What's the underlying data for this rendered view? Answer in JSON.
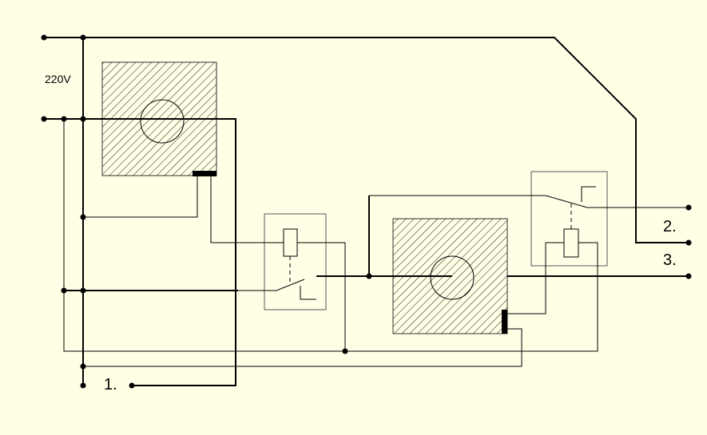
{
  "colors": {
    "background": "#FFFFE6",
    "line": "#000000",
    "hatch_fill": "#FFFFE6",
    "box_stroke": "#555555"
  },
  "labels": {
    "voltage": "220V",
    "terminal_1": "1.",
    "terminal_2": "2.",
    "terminal_3": "3."
  }
}
